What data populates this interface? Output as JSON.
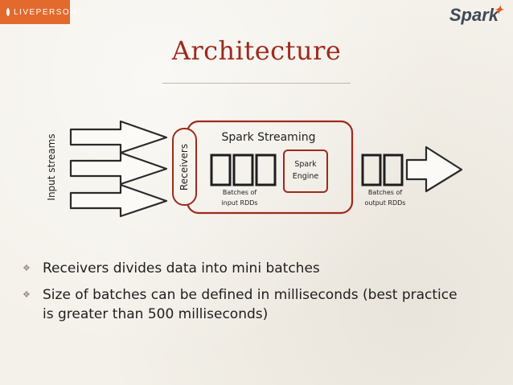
{
  "logo_left": {
    "text": "LIVEPERSON"
  },
  "logo_right": {
    "text": "Spark"
  },
  "title": "Architecture",
  "diagram": {
    "input_label": "Input streams",
    "receivers_label": "Receivers",
    "streaming_label": "Spark Streaming",
    "engine_line1": "Spark",
    "engine_line2": "Engine",
    "input_batches_line1": "Batches of",
    "input_batches_line2": "input RDDs",
    "output_batches_line1": "Batches of",
    "output_batches_line2": "output RDDs",
    "accent_color": "#9e2a1c"
  },
  "bullets": [
    {
      "icon": "diamond-bullet-icon",
      "text": "Receivers divides data into mini batches"
    },
    {
      "icon": "diamond-bullet-icon",
      "text": "Size of batches can be defined in milliseconds (best practice"
    },
    {
      "icon": "",
      "text": "is greater than 500 milliseconds)"
    }
  ]
}
